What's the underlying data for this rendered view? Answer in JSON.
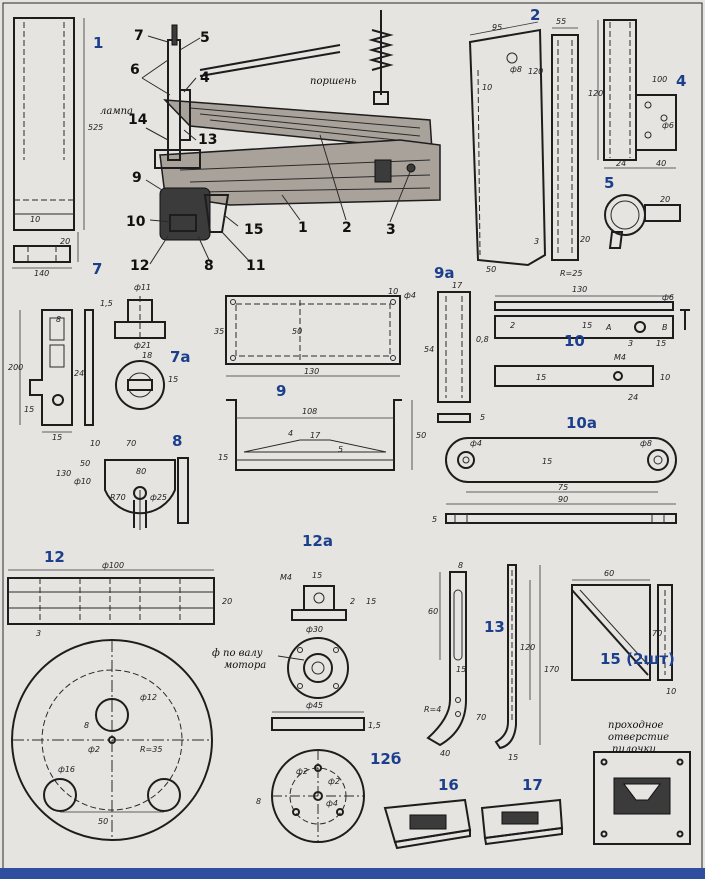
{
  "figure_labels": [
    "1",
    "2",
    "4",
    "5",
    "7",
    "7а",
    "8",
    "9",
    "9а",
    "10",
    "10а",
    "12",
    "12а",
    "12б",
    "13",
    "15 (2шт)",
    "16",
    "17"
  ],
  "assembly_callouts": [
    "7",
    "5",
    "6",
    "4",
    "14",
    "13",
    "9",
    "10",
    "12",
    "8",
    "11",
    "15",
    "1",
    "2",
    "3"
  ],
  "annotations": {
    "lamp": "лампа",
    "piston": "поршень",
    "motor_shaft_line1": "ф по валу",
    "motor_shaft_line2": "мотора",
    "through_hole_line1": "проходное",
    "through_hole_line2": "отверстие",
    "through_hole_line3": "пилочки"
  },
  "dimensions": {
    "d1": [
      "525",
      "10",
      "20",
      "140"
    ],
    "d2": [
      "95",
      "55",
      "ф8",
      "10",
      "120",
      "3",
      "20",
      "50",
      "R=25"
    ],
    "d4": [
      "120",
      "100",
      "ф6",
      "24",
      "40"
    ],
    "d5": [
      "20"
    ],
    "d7": [
      "ф11",
      "ф21",
      "8",
      "200",
      "24",
      "15",
      "15",
      "1,5"
    ],
    "d7a": [
      "18",
      "15"
    ],
    "d8": [
      "10",
      "70",
      "130",
      "50",
      "ф10",
      "80",
      "R70",
      "ф25"
    ],
    "d9": [
      "35",
      "50",
      "130",
      "ф4",
      "10",
      "108",
      "15",
      "4",
      "17",
      "5",
      "50"
    ],
    "d9a": [
      "17",
      "54",
      "0,8",
      "5"
    ],
    "d10": [
      "130",
      "ф6",
      "2",
      "15",
      "A",
      "B",
      "3",
      "15",
      "М4",
      "15",
      "24",
      "10"
    ],
    "d10a": [
      "ф4",
      "15",
      "ф8",
      "75",
      "90",
      "5"
    ],
    "d12": [
      "ф100",
      "20",
      "3",
      "ф12",
      "8",
      "ф2",
      "R=35",
      "ф16",
      "50"
    ],
    "d12a": [
      "М4",
      "15",
      "ф30",
      "2",
      "15"
    ],
    "d12b": [
      "ф45",
      "1,5",
      "8",
      "ф2",
      "ф2",
      "ф4"
    ],
    "d13": [
      "8",
      "60",
      "15",
      "70",
      "R=4",
      "40",
      "120",
      "170",
      "15"
    ],
    "d15": [
      "60",
      "70",
      "10"
    ]
  }
}
